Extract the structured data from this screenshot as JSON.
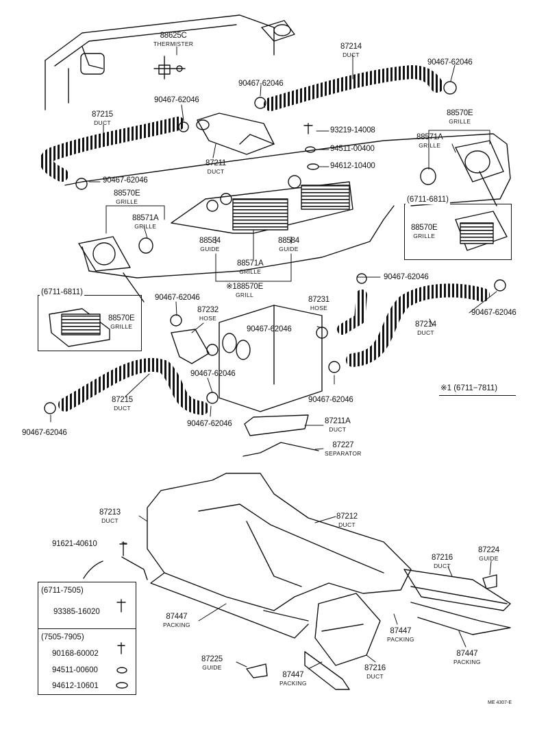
{
  "labels": {
    "l88625c": {
      "part": "88625C",
      "name": "THERMISTER"
    },
    "l87214a": {
      "part": "87214",
      "name": "DUCT"
    },
    "l90467a": {
      "part": "90467-62046"
    },
    "l90467b": {
      "part": "90467-62046"
    },
    "l87215a": {
      "part": "87215",
      "name": "DUCT"
    },
    "l90467c": {
      "part": "90467-62046"
    },
    "l87211": {
      "part": "87211",
      "name": "DUCT"
    },
    "l93219": {
      "part": "93219-14008"
    },
    "l94511": {
      "part": "94511-00400"
    },
    "l94612": {
      "part": "94612-10400"
    },
    "l88570e_r": {
      "part": "88570E",
      "name": "GRILLE"
    },
    "l88571a_r": {
      "part": "88571A",
      "name": "GRILLE"
    },
    "l90467d": {
      "part": "90467-62046"
    },
    "l88570e_l": {
      "part": "88570E",
      "name": "GRILLE"
    },
    "l88571a_l": {
      "part": "88571A",
      "name": "GRILLE"
    },
    "l88584_l": {
      "part": "88584",
      "name": "GUIDE"
    },
    "l88584_r": {
      "part": "88584",
      "name": "GUIDE"
    },
    "l88571a_c": {
      "part": "88571A",
      "name": "GRILLE"
    },
    "l88570e_c": {
      "part": "※188570E",
      "name": "GRILL"
    },
    "l90467e": {
      "part": "90467-62046"
    },
    "l90467f": {
      "part": "90467-62046"
    },
    "l87231": {
      "part": "87231",
      "name": "HOSE"
    },
    "l87232": {
      "part": "87232",
      "name": "HOSE"
    },
    "l90467g": {
      "part": "90467-62046"
    },
    "l90467h": {
      "part": "90467-62046"
    },
    "l87214b": {
      "part": "87214",
      "name": "DUCT"
    },
    "l90467i": {
      "part": "90467-62046"
    },
    "l87215b": {
      "part": "87215",
      "name": "DUCT"
    },
    "l90467j": {
      "part": "90467-62046"
    },
    "l90467k": {
      "part": "90467-62046"
    },
    "l90467l": {
      "part": "90467-62046"
    },
    "l87211a": {
      "part": "87211A",
      "name": "DUCT"
    },
    "l87227": {
      "part": "87227",
      "name": "SEPARATOR"
    },
    "l87213": {
      "part": "87213",
      "name": "DUCT"
    },
    "l87212": {
      "part": "87212",
      "name": "DUCT"
    },
    "l91621": {
      "part": "91621-40610"
    },
    "l87216a": {
      "part": "87216",
      "name": "DUCT"
    },
    "l87224": {
      "part": "87224",
      "name": "GUIDE"
    },
    "l87447a": {
      "part": "87447",
      "name": "PACKING"
    },
    "l87447b": {
      "part": "87447",
      "name": "PACKING"
    },
    "l87447c": {
      "part": "87447",
      "name": "PACKING"
    },
    "l87225": {
      "part": "87225",
      "name": "GUIDE"
    },
    "l87447d": {
      "part": "87447",
      "name": "PACKING"
    },
    "l87216b": {
      "part": "87216",
      "name": "DUCT"
    }
  },
  "inset_right": {
    "range": "(6711-6811)",
    "part": "88570E",
    "name": "GRILLE"
  },
  "inset_left": {
    "range": "(6711-6811)",
    "part": "88570E",
    "name": "GRILLE"
  },
  "note": "※1 (6711−7811)",
  "bolt_box": {
    "range1": "(6711-7505)",
    "part1": "93385-16020",
    "range2": "(7505-7905)",
    "part2": "90168-60002",
    "part3": "94511-00600",
    "part4": "94612-10601"
  },
  "footer_code": "ME 4307-E"
}
